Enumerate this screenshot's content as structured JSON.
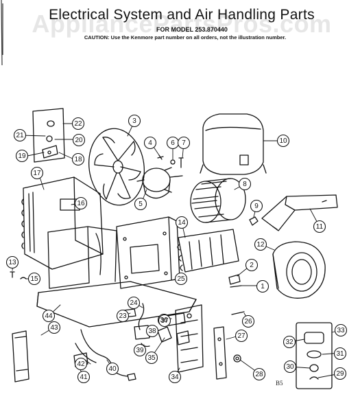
{
  "header": {
    "title": "Electrical System and Air Handling Parts",
    "model_line": "FOR MODEL 253.870440",
    "caution": "CAUTION: Use the Kenmore part number on all orders, not the illustration number."
  },
  "watermark": "AppliancePartsPros.com",
  "page_code": "B5",
  "callouts": [
    "1",
    "2",
    "3",
    "4",
    "5",
    "6",
    "7",
    "8",
    "9",
    "10",
    "11",
    "12",
    "13",
    "14",
    "15",
    "16",
    "17",
    "18",
    "19",
    "20",
    "21",
    "22",
    "23",
    "24",
    "25",
    "26",
    "27",
    "28",
    "29",
    "30",
    "31",
    "32",
    "33",
    "34",
    "35",
    "36",
    "37",
    "38",
    "39",
    "40",
    "41",
    "42",
    "43",
    "44"
  ]
}
